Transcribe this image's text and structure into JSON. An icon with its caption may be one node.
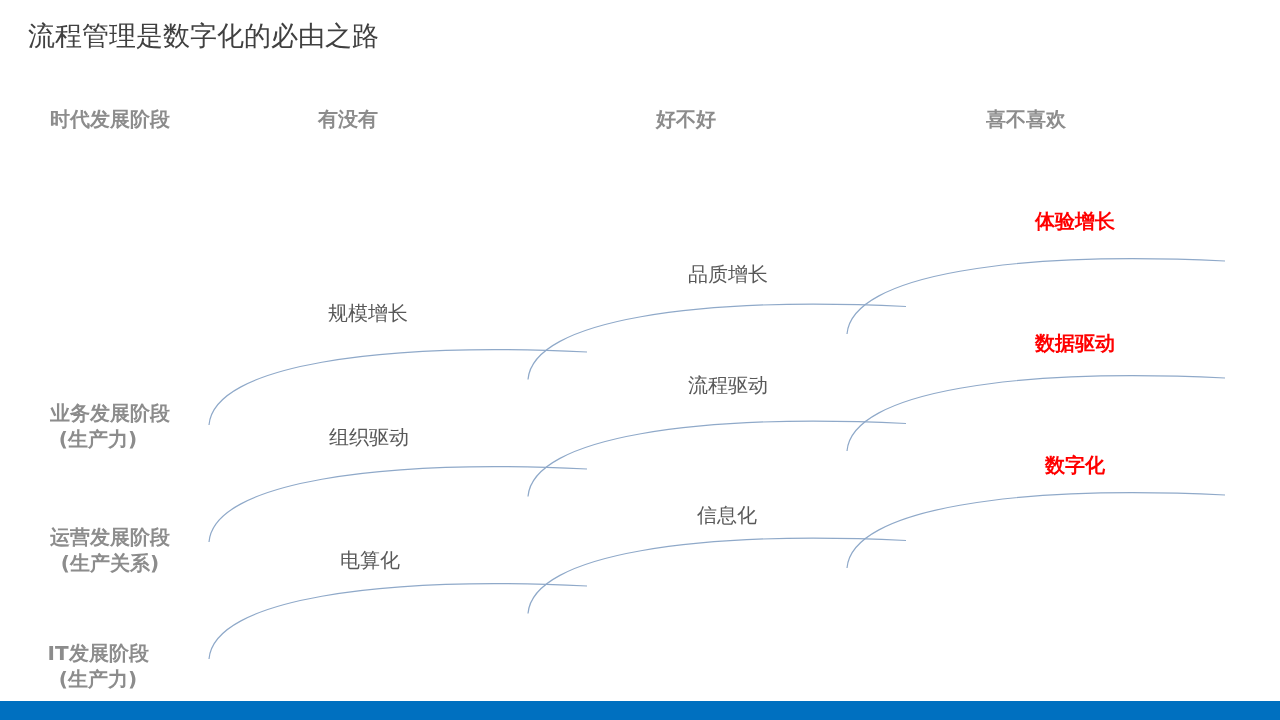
{
  "diagram": {
    "title": "流程管理是数字化的必由之路",
    "labels": [
      "时代发展阶段",
      "有没有",
      "好不好",
      "喜不喜欢",
      "体验增长",
      "品质增长",
      "规模增长",
      "数据驱动",
      "流程驱动",
      "业务发展阶段",
      "组织驱动",
      "(生产力)",
      "数字化",
      "信息化",
      "运营发展阶段",
      "电算化",
      "(生产关系)",
      "IT发展阶段",
      "(生产力)"
    ]
  }
}
